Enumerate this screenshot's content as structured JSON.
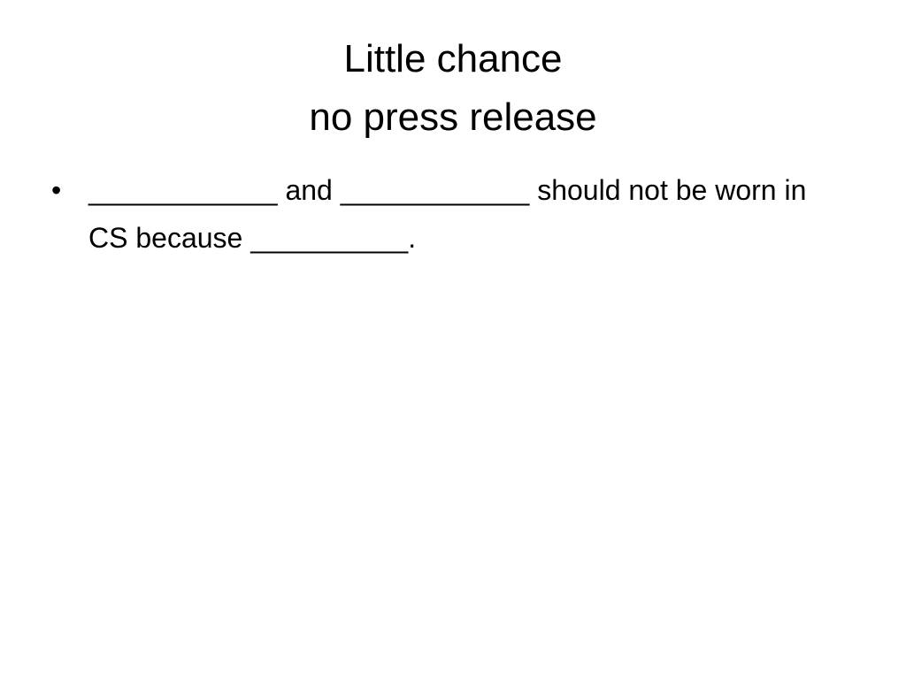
{
  "slide": {
    "title_line_1": "Little chance",
    "title_line_2": "no press release",
    "bullets": [
      {
        "marker": "•",
        "text": "____________ and ____________ should not be worn in CS because __________."
      }
    ]
  }
}
